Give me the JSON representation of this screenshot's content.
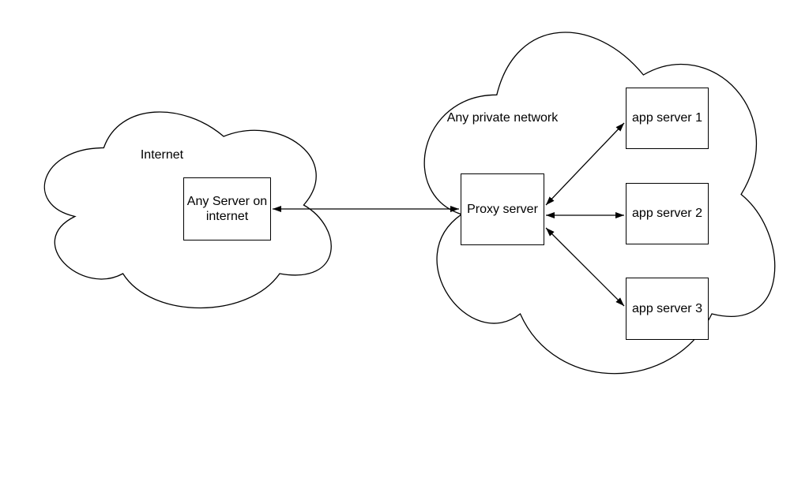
{
  "diagram": {
    "background_color": "#ffffff",
    "stroke_color": "#000000",
    "text_color": "#000000",
    "node_fill_color": "#ffffff",
    "clouds": [
      {
        "label": "Internet"
      },
      {
        "label": "Any private network"
      }
    ],
    "nodes": [
      {
        "label": "Any Server on internet"
      },
      {
        "label": "Proxy server"
      },
      {
        "label": "app server 1"
      },
      {
        "label": "app server 2"
      },
      {
        "label": "app server 3"
      }
    ],
    "edges": [
      {
        "from": "Any Server on internet",
        "to": "Proxy server",
        "style": "bidirectional-arrow"
      },
      {
        "from": "Proxy server",
        "to": "app server 1",
        "style": "bidirectional-arrow"
      },
      {
        "from": "Proxy server",
        "to": "app server 2",
        "style": "bidirectional-arrow"
      },
      {
        "from": "Proxy server",
        "to": "app server 3",
        "style": "bidirectional-arrow"
      }
    ]
  }
}
